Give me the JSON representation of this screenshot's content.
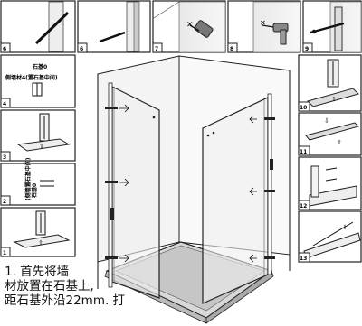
{
  "steps_top": [
    {
      "number": "6"
    },
    {
      "number": "6"
    },
    {
      "number": "7"
    },
    {
      "number": "8"
    },
    {
      "number": "9"
    }
  ],
  "steps_left": [
    {
      "number": "4"
    },
    {
      "number": "3"
    },
    {
      "number": "2"
    },
    {
      "number": "1"
    }
  ],
  "steps_right": [
    {
      "number": "10"
    },
    {
      "number": "11"
    },
    {
      "number": "12"
    },
    {
      "number": "13"
    }
  ],
  "annotations": {
    "stone_base": "石基0",
    "wall_profile_note": "侧墙材4(置石基中间)",
    "vertical_note_a": "石基0",
    "vertical_note_b": "(侧墙置石基中间)"
  },
  "instruction_lines": [
    "1. 首先将墙",
    "材放置在石基上,",
    "距石基外沿22mm. 打"
  ]
}
